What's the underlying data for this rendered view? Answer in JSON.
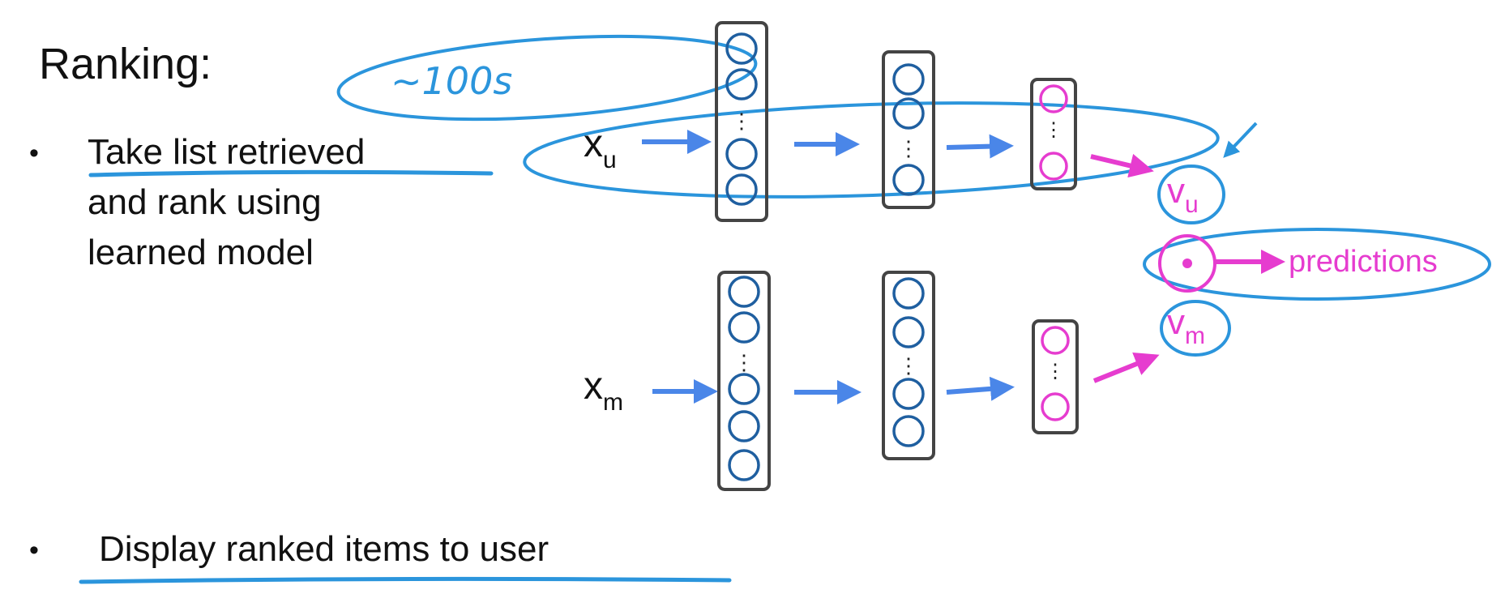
{
  "title": "Ranking:",
  "bullets": {
    "marker": "•",
    "retrieve": [
      "Take list retrieved",
      "and rank using",
      "learned model"
    ],
    "display": "Display ranked items to user"
  },
  "network": {
    "user_input": {
      "base": "x",
      "sub": "u"
    },
    "movie_input": {
      "base": "x",
      "sub": "m"
    },
    "user_vector": {
      "base": "v",
      "sub": "u"
    },
    "movie_vector": {
      "base": "v",
      "sub": "m"
    },
    "output_label": "predictions",
    "ellipsis": "⋮"
  },
  "annotations": {
    "handwritten_note": "~100s"
  },
  "colors": {
    "layer_node": "#1f5fa0",
    "output_node": "#e63ccf",
    "arrow": "#4a86e8",
    "annotation": "#2b95dc",
    "box_border": "#444444"
  }
}
